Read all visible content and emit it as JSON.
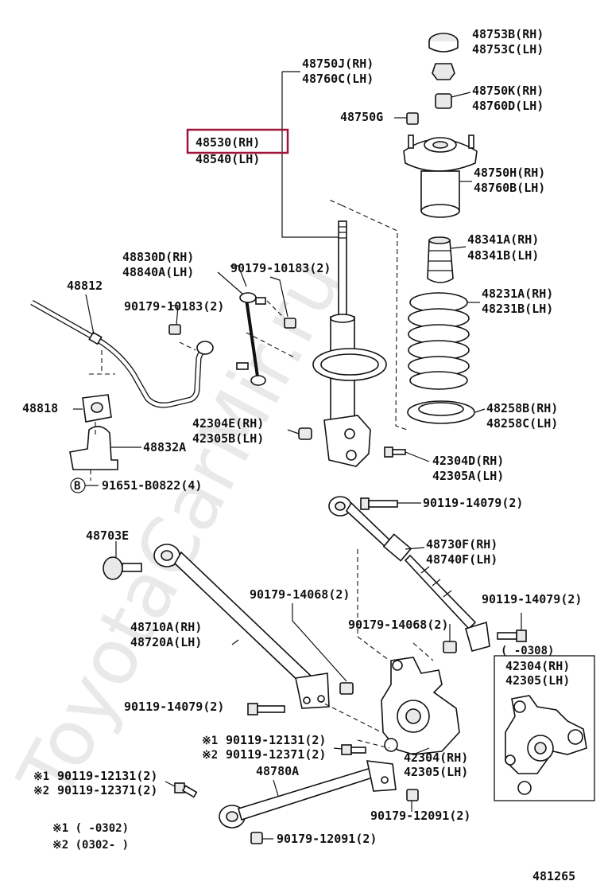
{
  "labels": {
    "p48753": [
      "48753B(RH)",
      "48753C(LH)"
    ],
    "p48750j": [
      "48750J(RH)",
      "48760C(LH)"
    ],
    "p48750k": [
      "48750K(RH)",
      "48760D(LH)"
    ],
    "p48750g": "48750G",
    "p48530": [
      "48530(RH)",
      "48540(LH)"
    ],
    "p48750h": [
      "48750H(RH)",
      "48760B(LH)"
    ],
    "p48341": [
      "48341A(RH)",
      "48341B(LH)"
    ],
    "p48830": [
      "48830D(RH)",
      "48840A(LH)"
    ],
    "p90179_10183a": "90179-10183(2)",
    "p90179_10183b": "90179-10183(2)",
    "p48812": "48812",
    "p48231": [
      "48231A(RH)",
      "48231B(LH)"
    ],
    "p48818": "48818",
    "p42304e": [
      "42304E(RH)",
      "42305B(LH)"
    ],
    "p48258": [
      "48258B(RH)",
      "48258C(LH)"
    ],
    "p48832": "48832A",
    "p42304d": [
      "42304D(RH)",
      "42305A(LH)"
    ],
    "p91651": "91651-B0822(4)",
    "p90119_14079a": "90119-14079(2)",
    "p48703": "48703E",
    "p48730": [
      "48730F(RH)",
      "48740F(LH)"
    ],
    "p90179_14068a": "90179-14068(2)",
    "p90119_14079b": "90119-14079(2)",
    "p48710": [
      "48710A(RH)",
      "48720A(LH)"
    ],
    "p90179_14068b": "90179-14068(2)",
    "p0308": "(    -0308)",
    "p42304": [
      "42304(RH)",
      "42305(LH)"
    ],
    "p90119_14079c": "90119-14079(2)",
    "p90119_12131a": "90119-12131(2)",
    "p90119_12371a": "90119-12371(2)",
    "p42304main": [
      "42304(RH)",
      "42305(LH)"
    ],
    "p48780": "48780A",
    "p90119_12131b": "90119-12131(2)",
    "p90119_12371b": "90119-12371(2)",
    "p90179_12091a": "90179-12091(2)",
    "p90179_12091b": "90179-12091(2)",
    "note1": "※1 (      -0302)",
    "note2": "※2 (0302-      )",
    "mark1": "※1",
    "mark2": "※2",
    "mark1b": "※1",
    "mark2b": "※2",
    "circleB": "B",
    "figure_no": "481265"
  },
  "watermark": "ToyotaCarMir.ru",
  "colors": {
    "highlight": "#a0143a",
    "ink": "#111111",
    "watermark": "#d8d8d8"
  }
}
